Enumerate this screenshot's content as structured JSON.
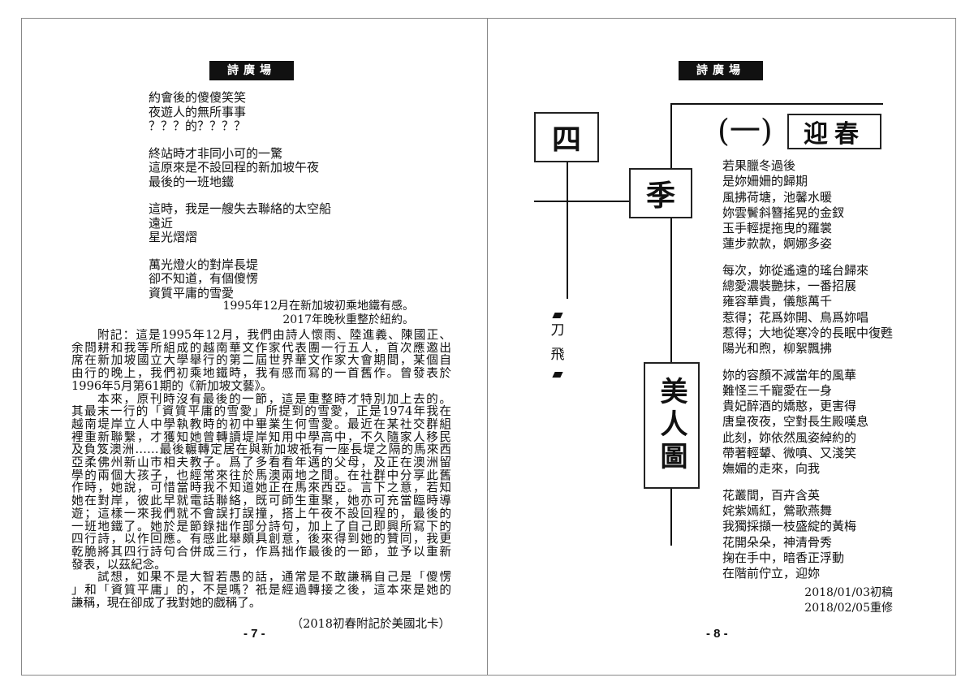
{
  "section_header": "詩廣場",
  "left_page": {
    "poem_stanzas": [
      [
        "約會後的傻傻笑笑",
        "夜遊人的無所事事",
        "？？？的？？？？"
      ],
      [
        "終站時才非同小可的一驚",
        "這原來是不設回程的新加坡午夜",
        "最後的一班地鐵"
      ],
      [
        "這時，我是一艘失去聯絡的太空船",
        "遠近",
        "星光熠熠"
      ],
      [
        "萬光燈火的對岸長堤",
        "卻不知道，有個傻愣",
        "資質平庸的雪愛"
      ]
    ],
    "attribution": [
      "1995年12月在新加坡初乘地鐵有感。",
      "2017年晚秋重整於紐約。"
    ],
    "postscript_lines": [
      "附記：這是1995年12月，我們由詩人懷雨、陸進義、陳國正、",
      "余問耕和我等所組成的越南華文作家代表團一行五人，首次應邀出",
      "席在新加坡國立大學舉行的第二屆世界華文作家大會期間，某個自",
      "由行的晚上，我們初乘地鐵時，我有感而寫的一首舊作。曾發表於",
      "1996年5月第61期的《新加坡文藝》。",
      "本來，原刊時沒有最後的一節，這是重整時才特別加上去的。",
      "其最末一行的「資質平庸的雪愛」所提到的雪愛，正是1974年我在",
      "越南堤岸立人中學執教時的初中畢業生何雪愛。最近在某社交群組",
      "裡重新聯繫，才獲知她曾轉讀堤岸知用中學高中，不久隨家人移民",
      "及負笈澳洲……最後輾轉定居在與新加坡祇有一座長堤之隔的馬來西",
      "亞柔佛州新山市相夫教子。爲了多看看年邁的父母，及正在澳洲留",
      "學的兩個大孩子，也經常來往於馬澳兩地之間。在社群中分享此舊",
      "作時，她說，可惜當時我不知道她正在馬來西亞。言下之意，若知",
      "她在對岸，彼此早就電話聯絡，既可師生重聚，她亦可充當臨時導",
      "遊；這樣一來我們就不會誤打誤撞，搭上午夜不設回程的，最後的",
      "一班地鐵了。她於是節錄拙作部分詩句，加上了自己即興所寫下的",
      "四行詩，以作回應。有感此舉頗具創意，後來得到她的贊同，我更",
      "乾脆將其四行詩句合併成三行，作爲拙作最後的一節，並予以重新",
      "發表，以茲紀念。",
      "試想，如果不是大智若愚的話，通常是不敢謙稱自己是「傻愣",
      "」和「資質平庸」的，不是嗎？祇是經過轉接之後，這本來是她的",
      "謙稱，現在卻成了我對她的戲稱了。"
    ],
    "closing": "（2018初春附記於美國北卡）",
    "page_number": "- 7 -"
  },
  "right_page": {
    "series_title": [
      "四",
      "季",
      "美人圖"
    ],
    "author": [
      "刀",
      "飛"
    ],
    "part_number": "(一)",
    "part_title": "迎春",
    "poem_stanzas": [
      [
        "若果臘冬過後",
        "是妳姍姍的歸期",
        "風拂荷塘，池馨水暖",
        "妳雲鬢斜簪搖晃的金釵",
        "玉手輕提拖曳的羅裳",
        "蓮步款款，婀娜多姿"
      ],
      [
        "每次，妳從遙遠的瑤台歸來",
        "總愛濃裝艷抹，一番招展",
        "雍容華貴，儀態萬千",
        "惹得；花爲妳開、鳥爲妳唱",
        "惹得；大地從寒冷的長眠中復甦",
        "陽光和煦，柳絮飄拂"
      ],
      [
        "妳的容顏不減當年的風華",
        "難怪三千寵愛在一身",
        "貴妃醉酒的嬌憨，更害得",
        "唐皇夜夜，空對長生殿嘆息",
        "此刻，妳依然風姿綽約的",
        "帶著輕顰、微嗔、又淺笑",
        "嫵媚的走來，向我"
      ],
      [
        "花叢間，百卉含英",
        "姹紫嫣紅，鶯歌燕舞",
        "我獨採擷一枝盛綻的黃梅",
        "花開朵朵，神清骨秀",
        "掬在手中，暗香正浮動",
        "在階前佇立，迎妳"
      ]
    ],
    "dates": [
      "2018/01/03初稿",
      "2018/02/05重修"
    ],
    "page_number": "- 8 -"
  }
}
